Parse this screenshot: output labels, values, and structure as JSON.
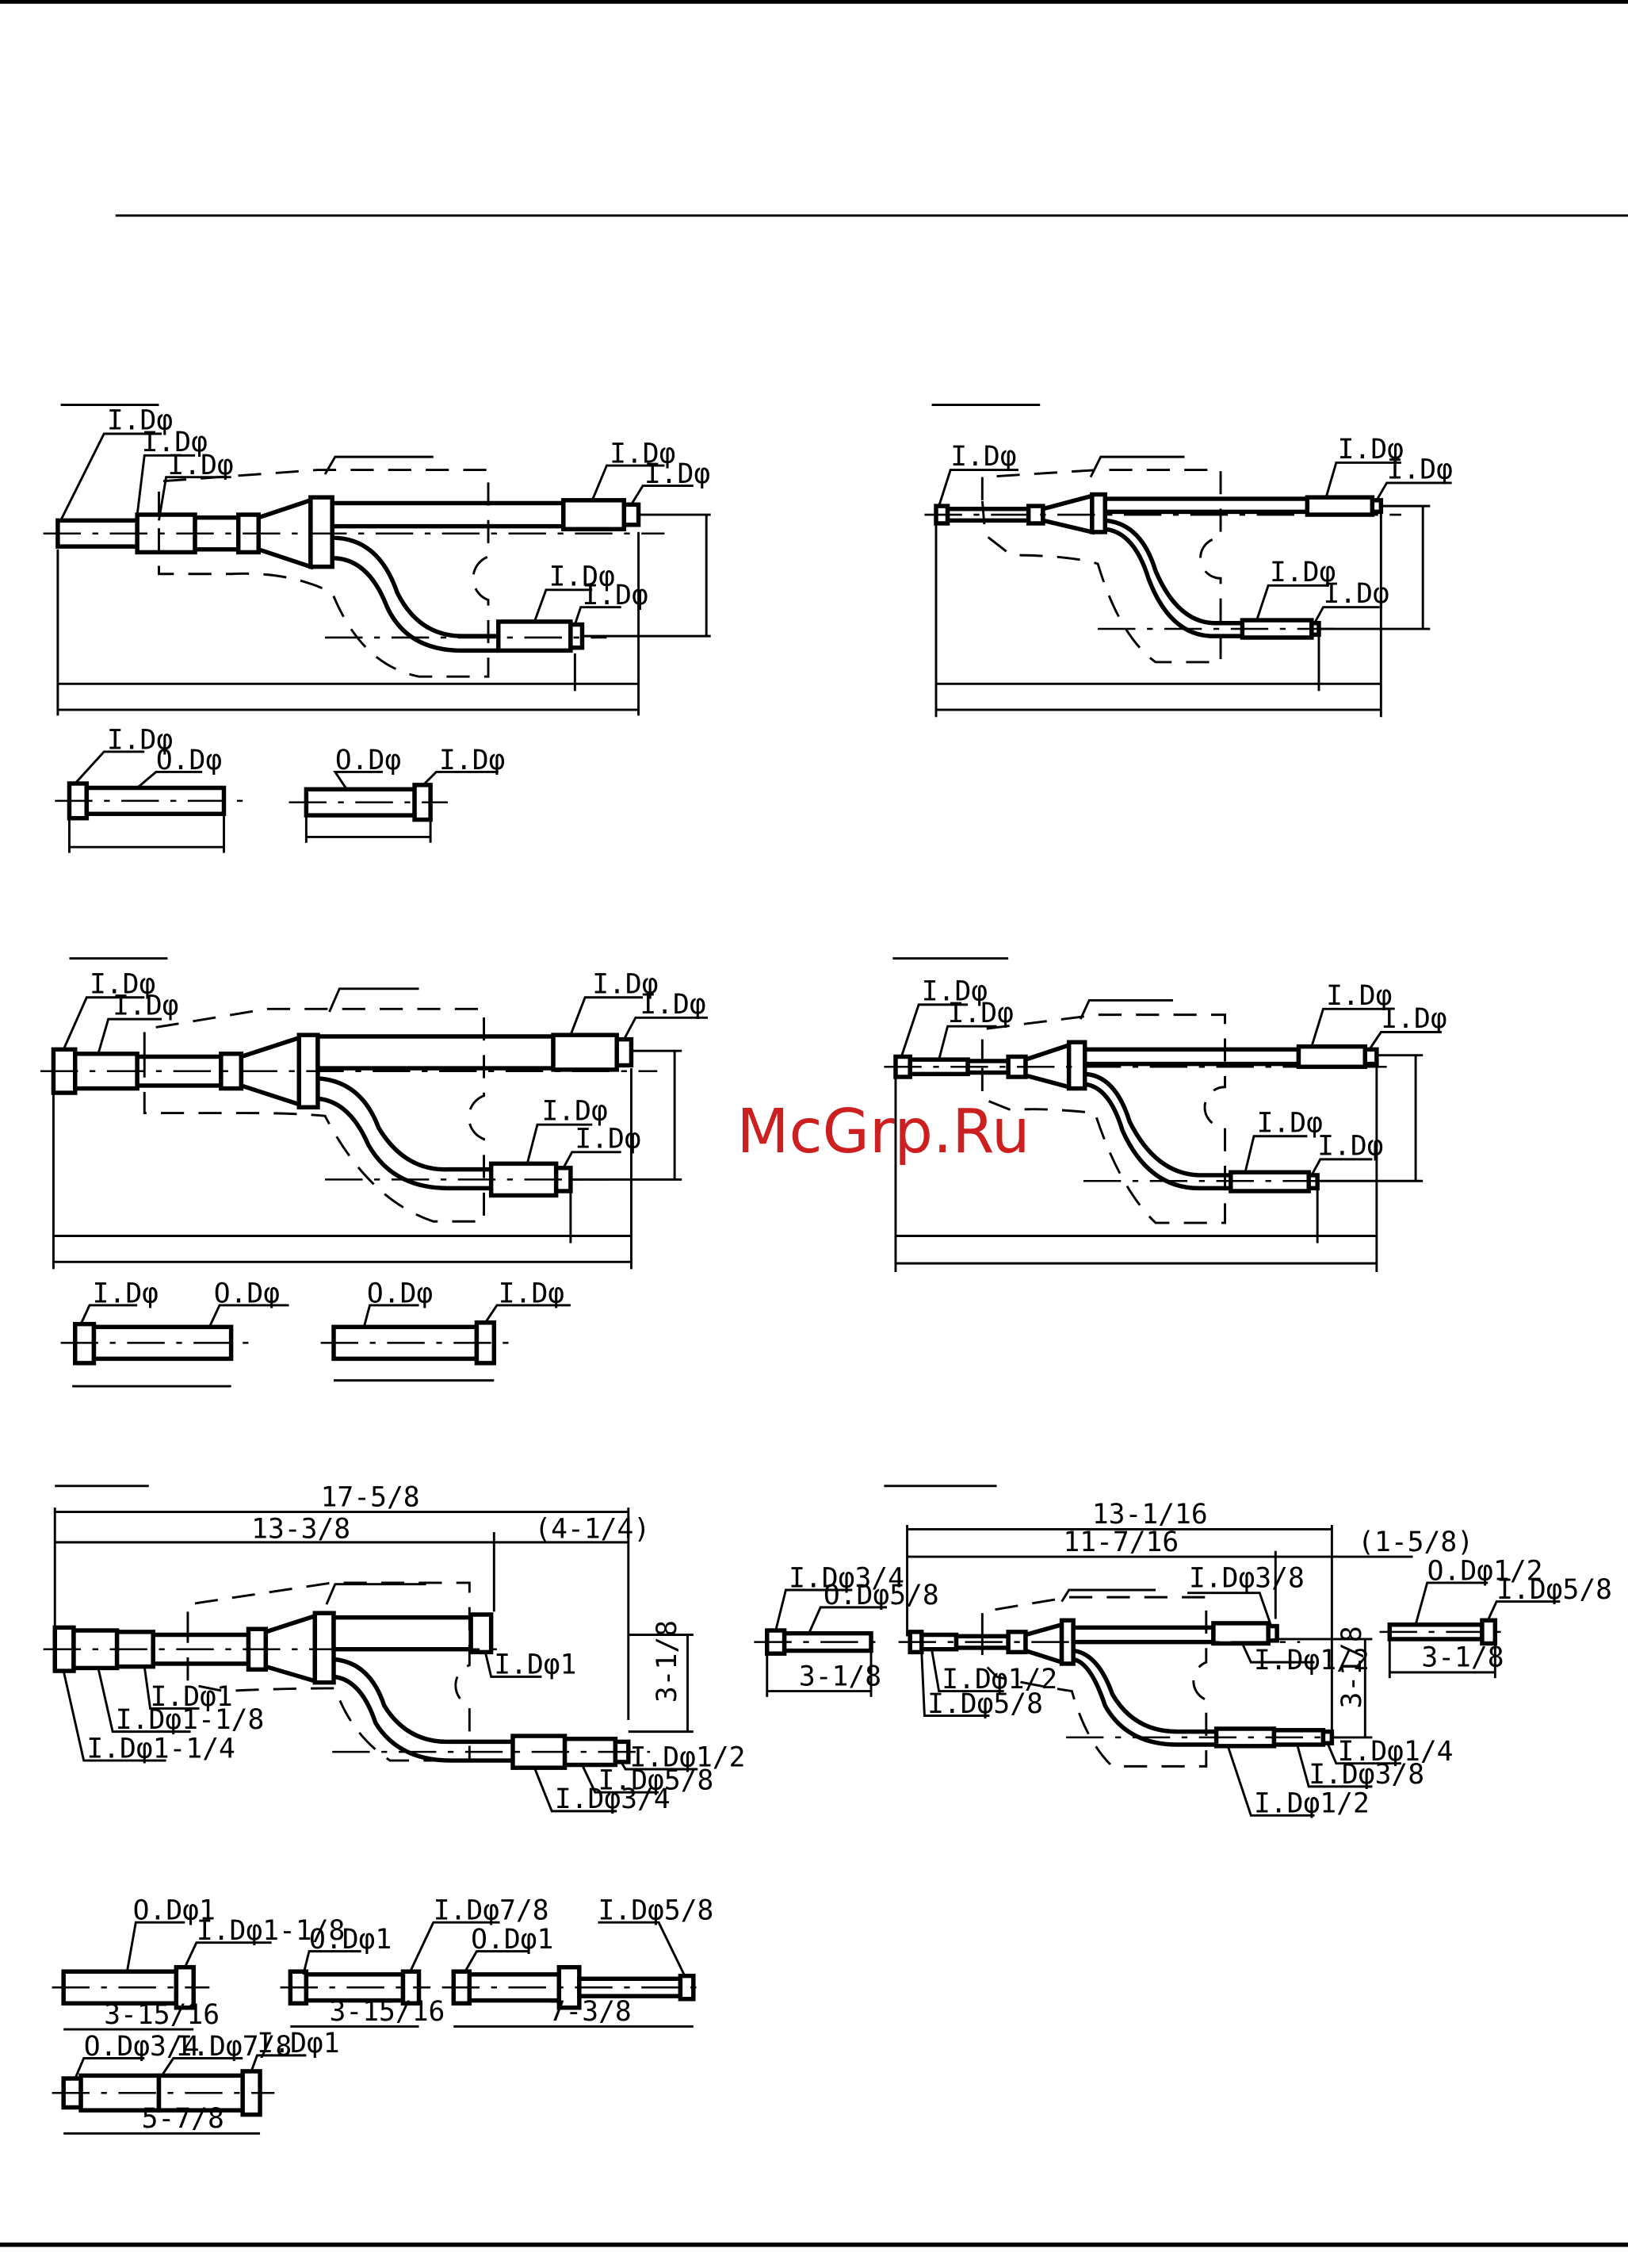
{
  "watermark": "McGrp.Ru",
  "labels": {
    "id": "I.Dφ",
    "od": "O.Dφ"
  },
  "panel5": {
    "dims": {
      "overall": "17-5/8",
      "main": "13-3/8",
      "branch": "(4-1/4)",
      "offset": "3-1/8"
    },
    "labels": {
      "id_1": "I.Dφ1",
      "id_1_in": "I.Dφ1",
      "id_1_1_8": "I.Dφ1-1/8",
      "id_1_1_4": "I.Dφ1-1/4",
      "id_3_4": "I.Dφ3/4",
      "id_5_8": "I.Dφ5/8",
      "id_1_2": "I.Dφ1/2"
    }
  },
  "panel6": {
    "dims": {
      "overall": "13-1/16",
      "main": "11-7/16",
      "branch": "(1-5/8)",
      "offset": "3-1/8"
    },
    "labels": {
      "id_3_8_top": "I.Dφ3/8",
      "id_1_2_top": "I.Dφ1/2",
      "id_1_2_in": "I.Dφ1/2",
      "id_5_8_in": "I.Dφ5/8",
      "id_1_4": "I.Dφ1/4",
      "id_3_8_bot": "I.Dφ3/8",
      "id_1_2_bot": "I.Dφ1/2"
    },
    "left_adapter": {
      "id": "I.Dφ3/4",
      "od": "O.Dφ5/8",
      "len": "3-1/8"
    },
    "right_adapter": {
      "od": "O.Dφ1/2",
      "id": "I.Dφ5/8",
      "len": "3-1/8"
    }
  },
  "adapters_bottom": [
    {
      "od": "O.Dφ1",
      "id": "I.Dφ1-1/8",
      "len": "3-15/16"
    },
    {
      "od": "O.Dφ1",
      "id": "I.Dφ7/8",
      "len": "3-15/16"
    },
    {
      "od": "O.Dφ1",
      "id": "I.Dφ5/8",
      "len": "7-3/8"
    },
    {
      "od": "O.Dφ3/4",
      "id_mid": "I.Dφ7/8",
      "id_end": "I.Dφ1",
      "len": "5-7/8"
    }
  ]
}
